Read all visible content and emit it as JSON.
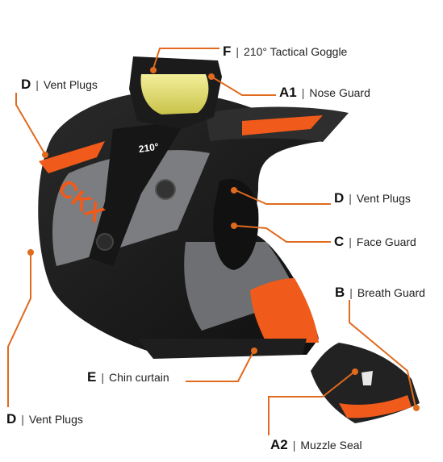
{
  "colors": {
    "leader": "#e06a1e",
    "helmet_dark": "#1c1c1c",
    "helmet_gray": "#7b7d80",
    "helmet_orange": "#f05a1a",
    "goggle_lens": "#e8e070"
  },
  "helmet": {
    "brand_mark": "CKX",
    "goggle_mark": "210°"
  },
  "callouts": [
    {
      "id": "f-goggle",
      "code": "F",
      "label": "210° Tactical Goggle"
    },
    {
      "id": "d-vent-top",
      "code": "D",
      "label": "Vent Plugs"
    },
    {
      "id": "a1-nose",
      "code": "A1",
      "label": "Nose Guard"
    },
    {
      "id": "d-vent-side",
      "code": "D",
      "label": "Vent Plugs"
    },
    {
      "id": "c-face",
      "code": "C",
      "label": "Face Guard"
    },
    {
      "id": "b-breath",
      "code": "B",
      "label": "Breath Guard"
    },
    {
      "id": "e-chin",
      "code": "E",
      "label": "Chin curtain"
    },
    {
      "id": "d-vent-bottom",
      "code": "D",
      "label": "Vent Plugs"
    },
    {
      "id": "a2-muzzle",
      "code": "A2",
      "label": "Muzzle Seal"
    }
  ]
}
